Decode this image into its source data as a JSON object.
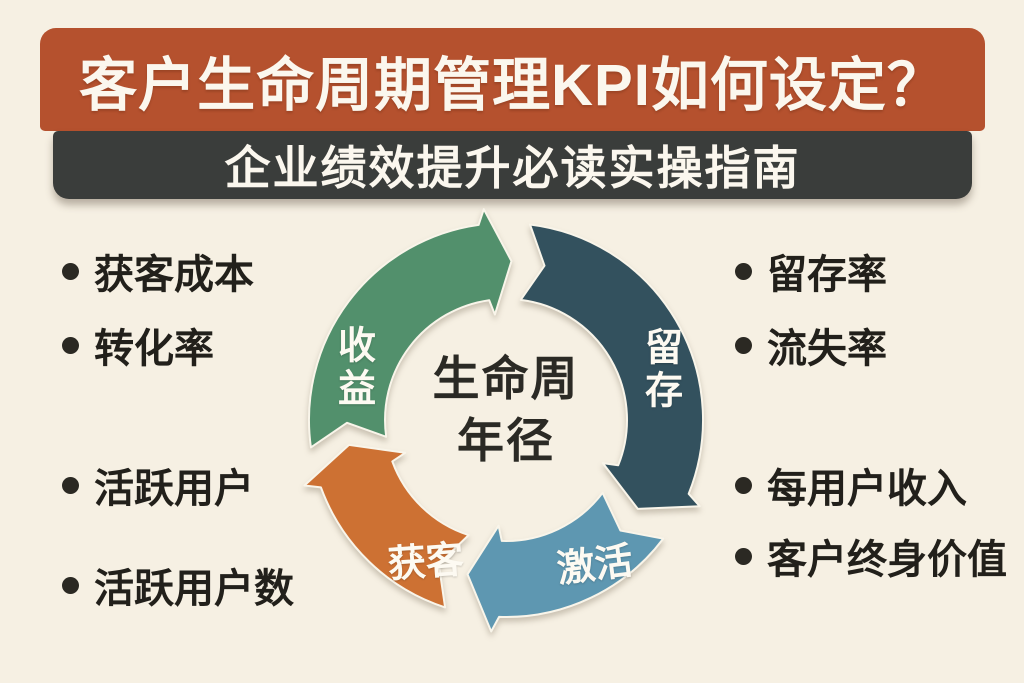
{
  "poster": {
    "title": "客户生命周期管理KPI如何设定？",
    "subtitle": "企业绩效提升必读实操指南",
    "colors": {
      "background": "#f6f0e3",
      "title_banner": "#b5512e",
      "subtitle_banner": "#3a3d3b",
      "banner_text": "#fbf7ee",
      "body_text": "#22201b"
    },
    "cycle": {
      "type": "cycle-diagram",
      "direction": "clockwise",
      "center_line1": "生命周",
      "center_line2": "年径",
      "segments": [
        {
          "id": "revenue",
          "label": "收益",
          "color": "#52906c",
          "orientation": "vertical",
          "start": 262,
          "end": 352,
          "tip": 362
        },
        {
          "id": "retention",
          "label": "留存",
          "color": "#33515e",
          "orientation": "vertical",
          "start": 7,
          "end": 112,
          "tip": 124
        },
        {
          "id": "activation",
          "label": "激活",
          "color": "#5e97b1",
          "orientation": "horizontal",
          "start": 127,
          "end": 182,
          "tip": 194
        },
        {
          "id": "acquisition",
          "label": "获客",
          "color": "#cd7133",
          "orientation": "horizontal",
          "start": 198,
          "end": 250,
          "tip": 261
        }
      ]
    },
    "kpi_lists": {
      "left_top": [
        "获客成本",
        "转化率"
      ],
      "left_bottom": [
        "活跃用户",
        "活跃用户数"
      ],
      "right_top": [
        "留存率",
        "流失率"
      ],
      "right_bottom": [
        "每用户收入",
        "客户终身价值"
      ]
    }
  }
}
